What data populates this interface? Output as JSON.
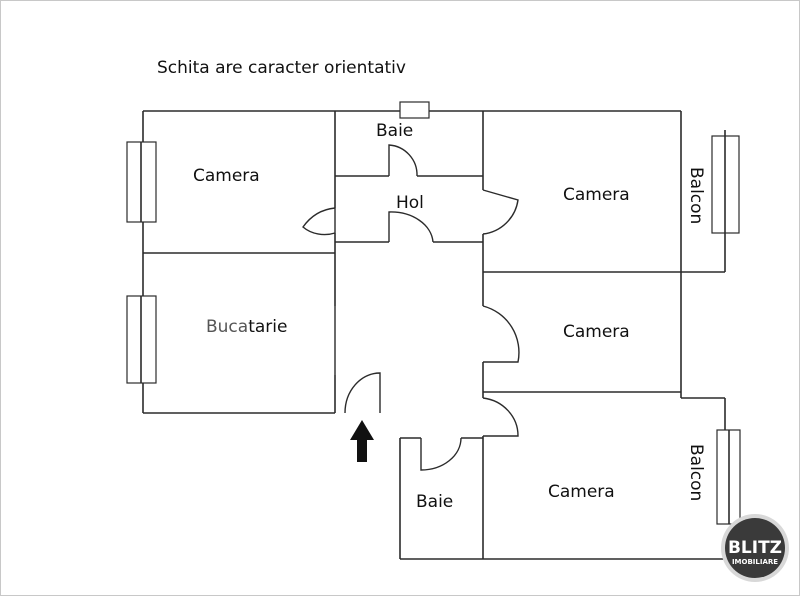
{
  "note": "Schita are caracter orientativ",
  "rooms": {
    "camera_top_left": "Camera",
    "baie_top": "Baie",
    "hol": "Hol",
    "camera_top_right": "Camera",
    "balcon_top": "Balcon",
    "bucatarie_part1": "Buca",
    "bucatarie_part2": "tarie",
    "camera_middle_right": "Camera",
    "baie_bottom": "Baie",
    "camera_bottom_right": "Camera",
    "balcon_bottom": "Balcon"
  },
  "logo": {
    "brand": "BLITZ",
    "subtitle": "IMOBILIARE"
  },
  "colors": {
    "wall": "#2b2b2b",
    "bucatarie_accent": "#555555",
    "logo_bg": "#3a3a3a",
    "logo_ring": "#d8d8d8"
  },
  "icons": {
    "entrance": "entrance-arrow-icon"
  }
}
